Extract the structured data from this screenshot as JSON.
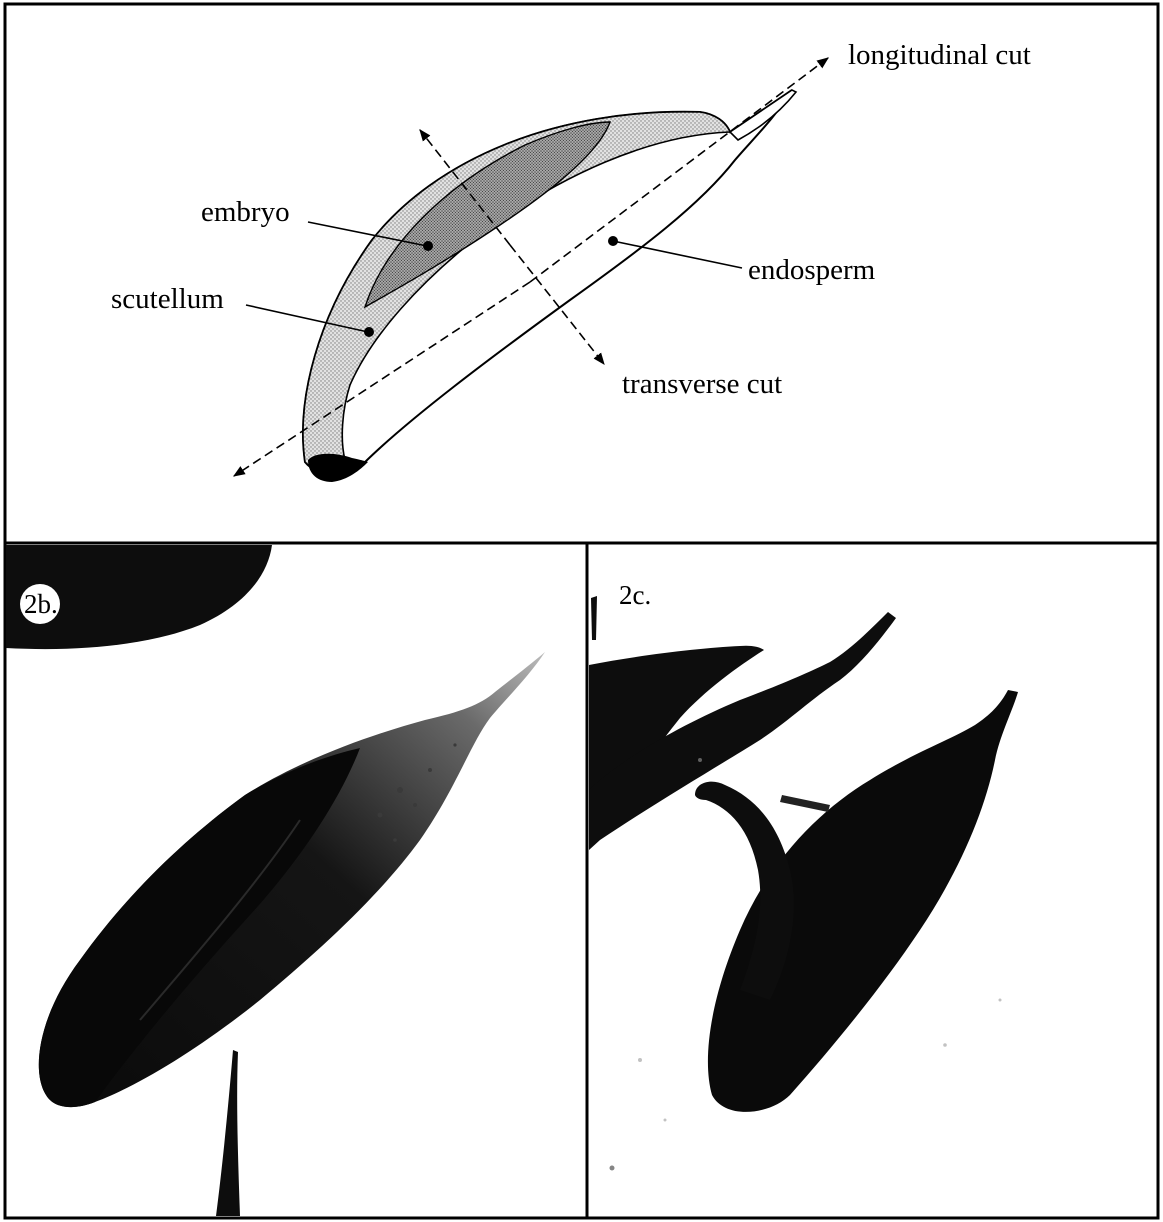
{
  "diagram": {
    "labels": {
      "longitudinal": "longitudinal cut",
      "transverse": "transverse cut",
      "embryo": "embryo",
      "scutellum": "scutellum",
      "endosperm": "endosperm"
    }
  },
  "photos": {
    "b": {
      "label": "2b."
    },
    "c": {
      "label": "2c."
    }
  },
  "colors": {
    "outline": "#000000",
    "embryo_fill": "#9a9a9a",
    "scutellum_fill": "#d6d6d6",
    "photo_dark": "#0d0d0d",
    "background": "#ffffff"
  }
}
